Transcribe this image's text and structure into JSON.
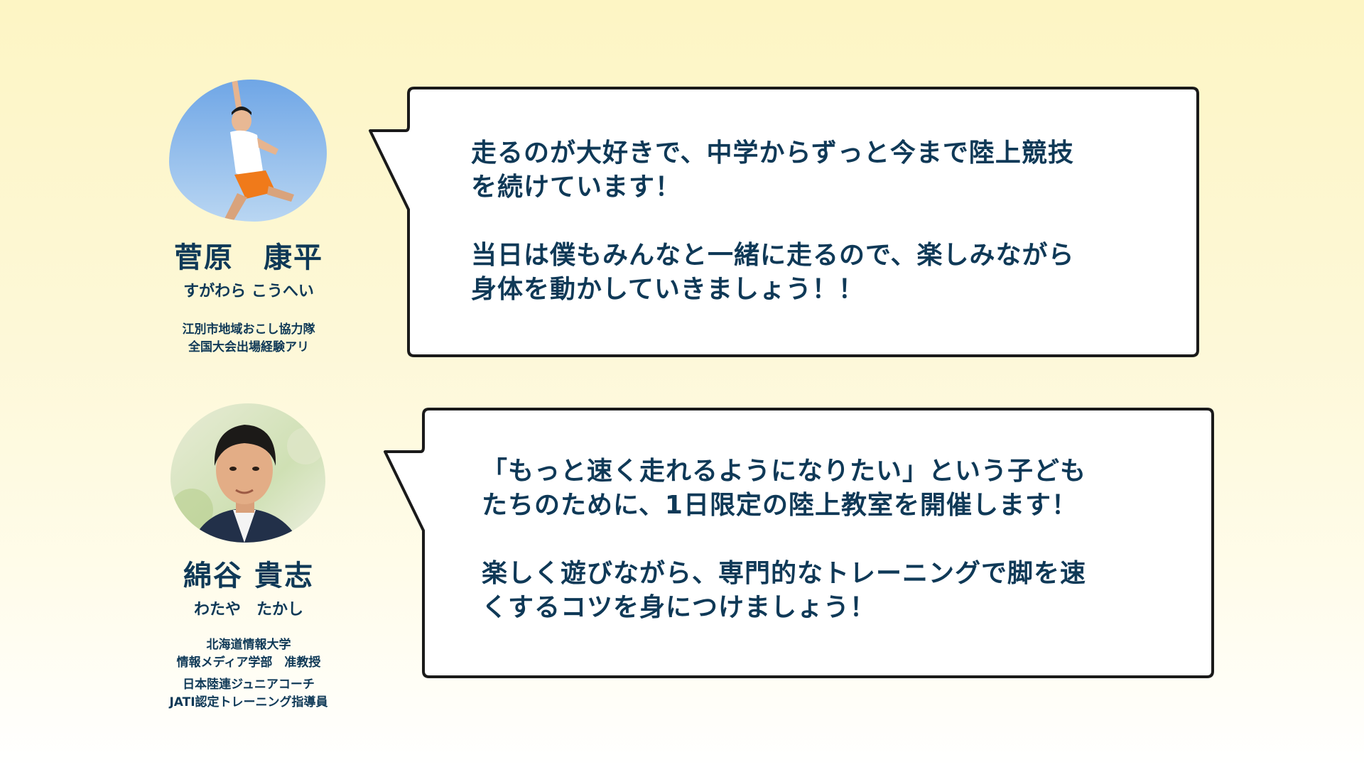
{
  "profiles": [
    {
      "name": "菅原　康平",
      "kana": "すがわら こうへい",
      "affiliation": [
        "江別市地域おこし協力隊",
        "全国大会出場経験アリ"
      ],
      "message": [
        "走るのが大好きで、中学からずっと今まで陸上競技",
        "を続けています！",
        "",
        "当日は僕もみんなと一緒に走るので、楽しみながら",
        "身体を動かしていきましょう！！"
      ]
    },
    {
      "name": "綿谷 貴志",
      "kana": "わたや　たかし",
      "affiliation": [
        "北海道情報大学",
        "情報メディア学部　准教授",
        "日本陸連ジュニアコーチ",
        "JATI認定トレーニング指導員"
      ],
      "message": [
        "「もっと速く走れるようになりたい」という子ども",
        "たちのために、1日限定の陸上教室を開催します！",
        "",
        "楽しく遊びながら、専門的なトレーニングで脚を速",
        "くするコツを身につけましょう！"
      ]
    }
  ],
  "colors": {
    "text": "#0f3957",
    "bubble_border": "#1a1a1a",
    "bubble_fill": "#ffffff"
  }
}
